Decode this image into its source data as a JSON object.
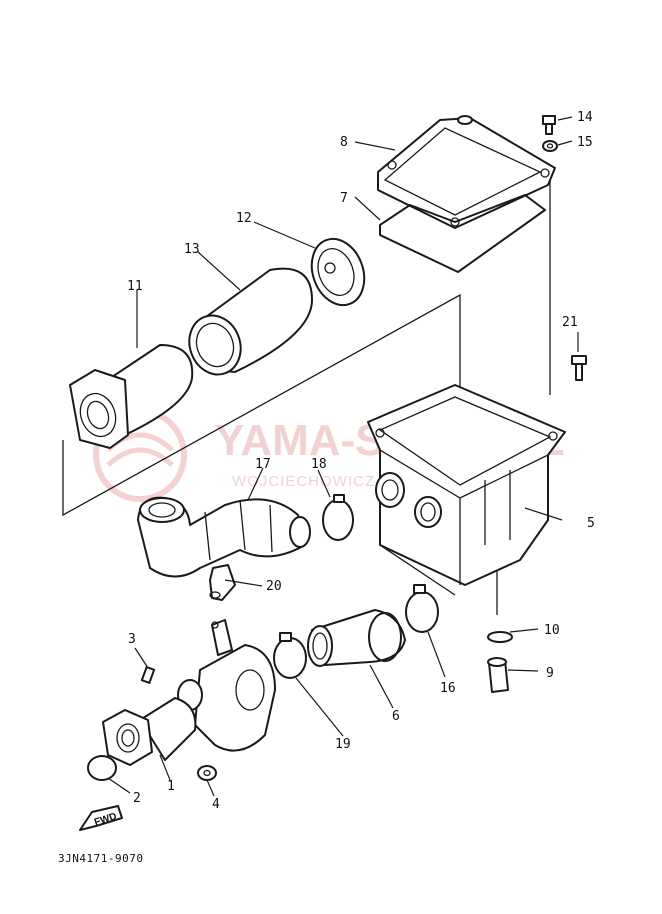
{
  "callouts": {
    "c1": "1",
    "c2": "2",
    "c3": "3",
    "c4": "4",
    "c5": "5",
    "c6": "6",
    "c7": "7",
    "c8": "8",
    "c9": "9",
    "c10": "10",
    "c11": "11",
    "c12": "12",
    "c13": "13",
    "c14": "14",
    "c15": "15",
    "c16": "16",
    "c17": "17",
    "c18": "18",
    "c19": "19",
    "c20": "20",
    "c21": "21"
  },
  "diagram_code": "3JN4171-9070",
  "direction_arrow": "FWD",
  "watermark": {
    "title": "YAMA-SKLEP.PL",
    "subtitle": "WOJCIECHOWICZ YAMAHA"
  },
  "colors": {
    "ink": "#1a1a1a",
    "watermark": "#e89a9a"
  }
}
